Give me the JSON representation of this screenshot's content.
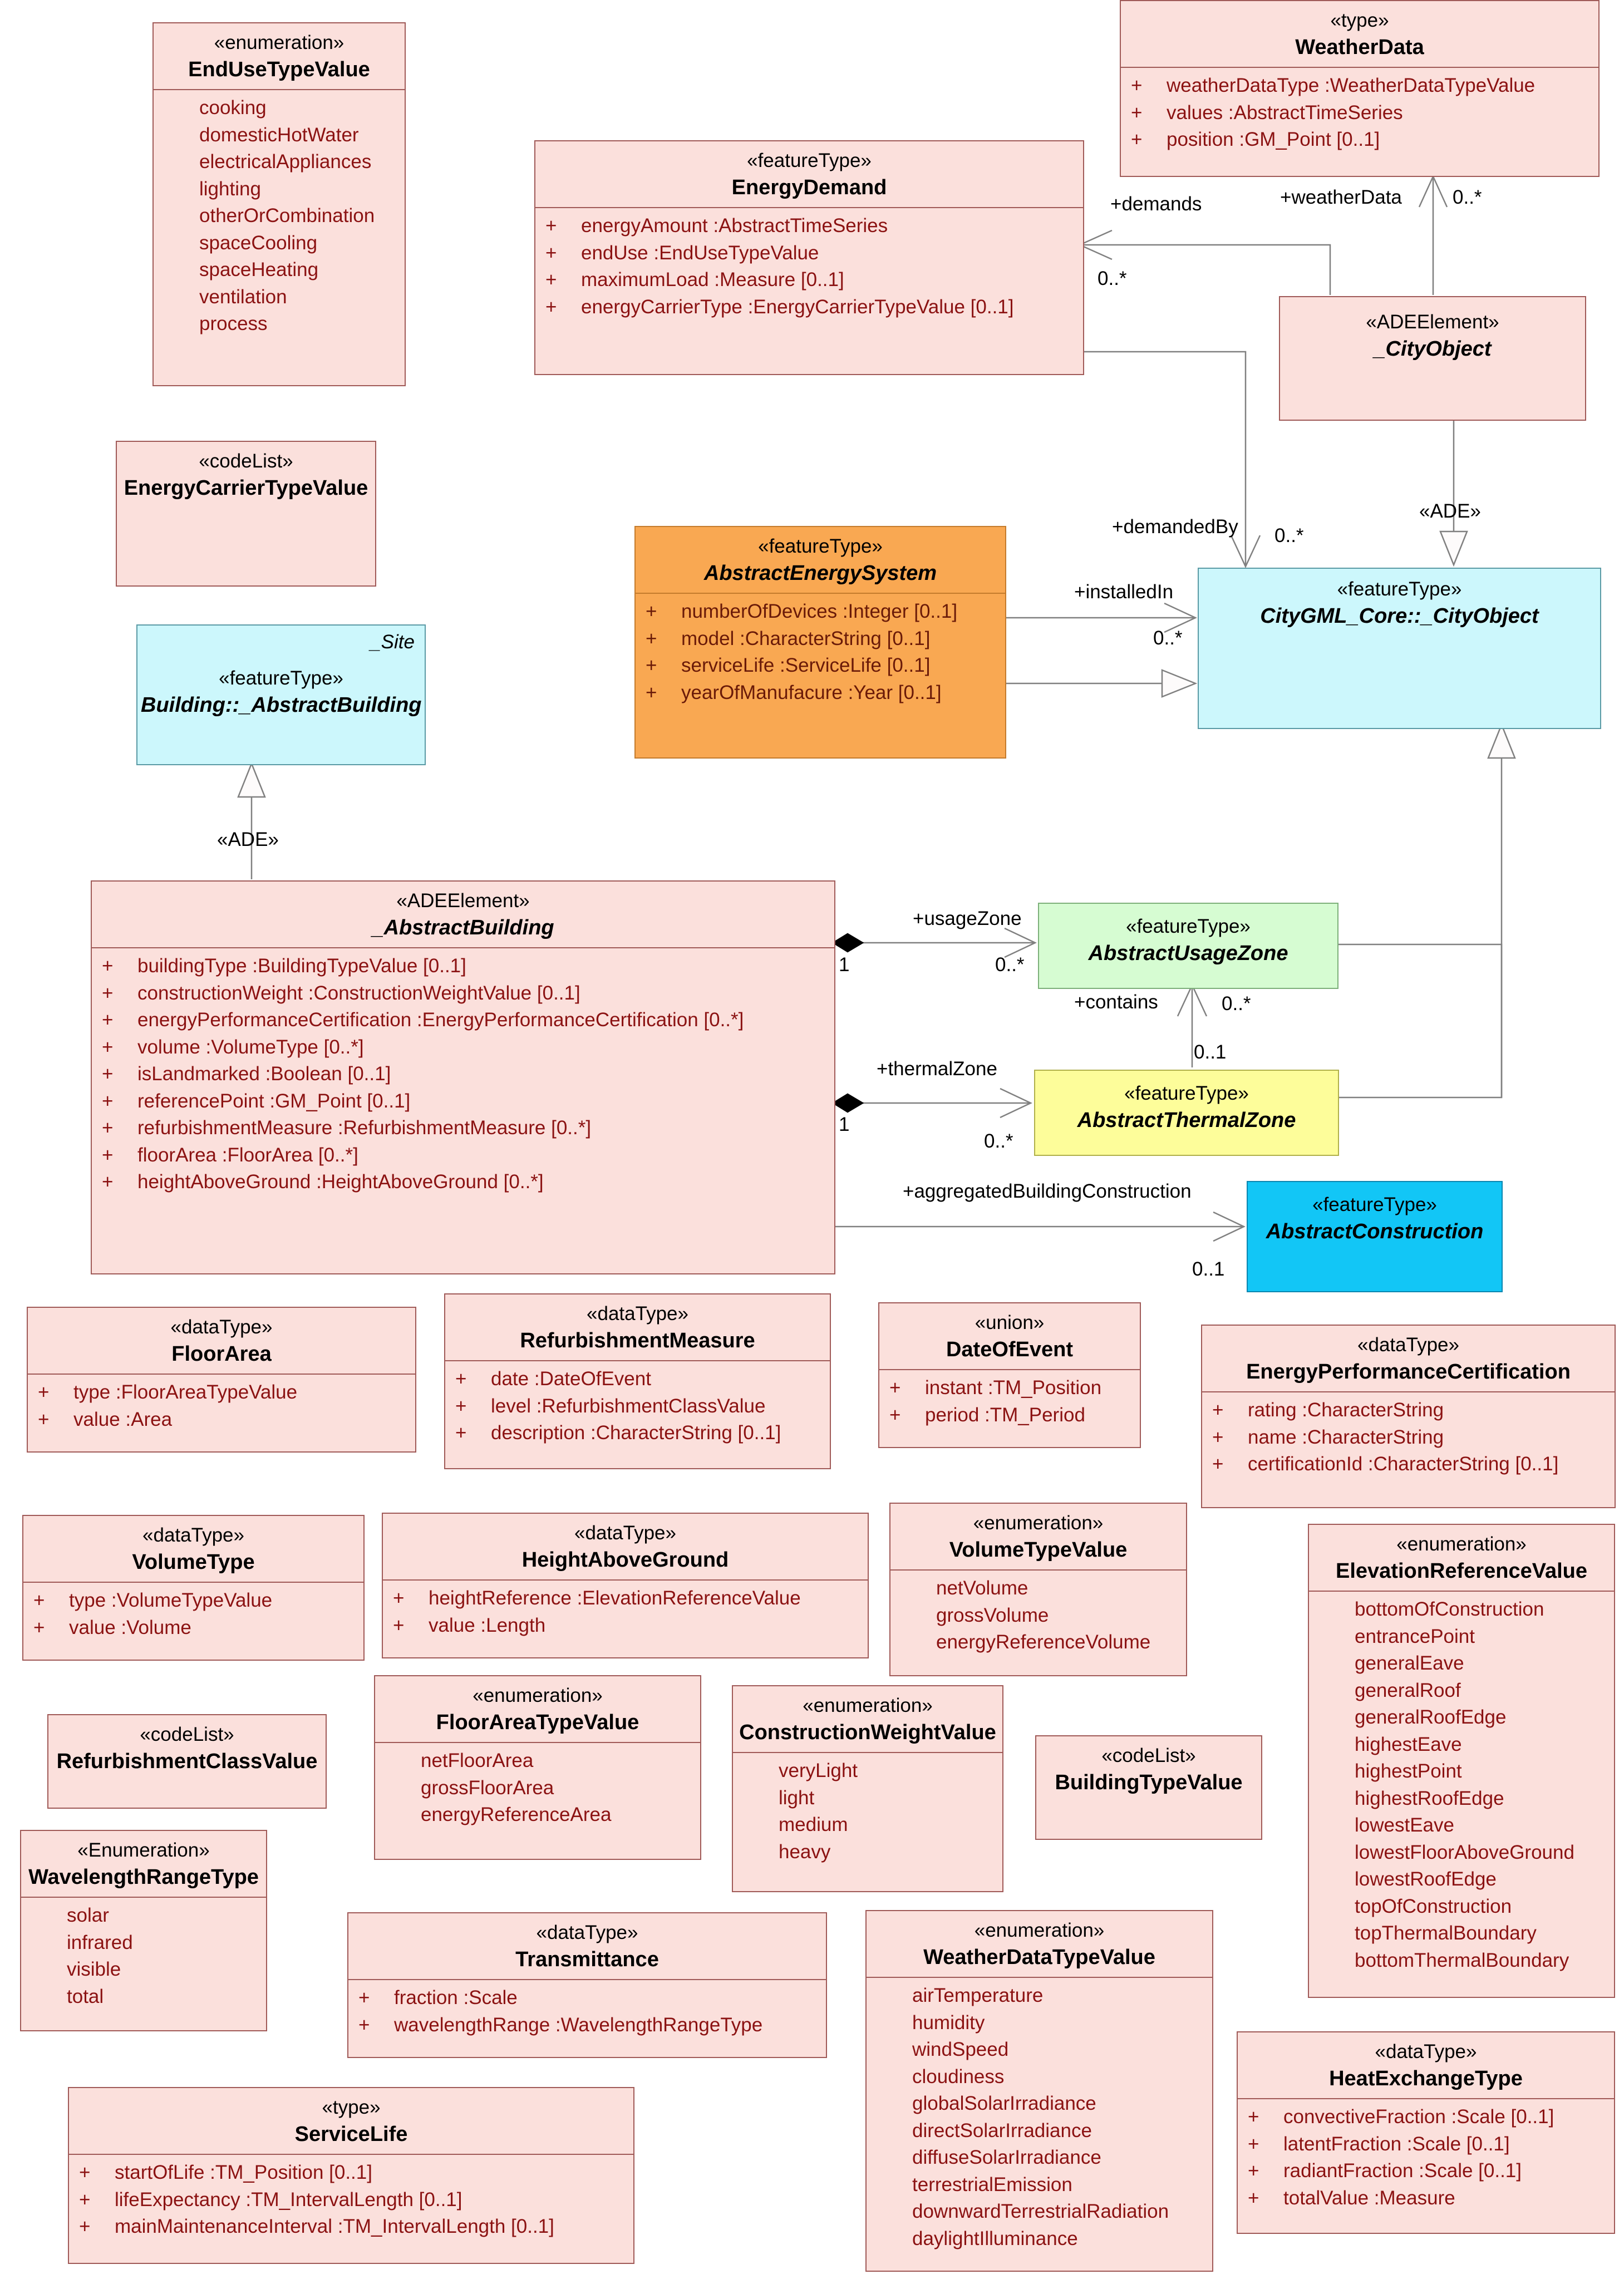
{
  "classes": {
    "end_use_type_value": {
      "stereotype": "«enumeration»",
      "name": "EndUseTypeValue",
      "literals": [
        "cooking",
        "domesticHotWater",
        "electricalAppliances",
        "lighting",
        "otherOrCombination",
        "spaceCooling",
        "spaceHeating",
        "ventilation",
        "process"
      ]
    },
    "weather_data": {
      "stereotype": "«type»",
      "name": "WeatherData",
      "attributes": [
        {
          "plus": "+",
          "text": "weatherDataType  :WeatherDataTypeValue"
        },
        {
          "plus": "+",
          "text": "values  :AbstractTimeSeries"
        },
        {
          "plus": "+",
          "text": "position  :GM_Point [0..1]"
        }
      ]
    },
    "energy_demand": {
      "stereotype": "«featureType»",
      "name": "EnergyDemand",
      "attributes": [
        {
          "plus": "+",
          "text": "energyAmount  :AbstractTimeSeries"
        },
        {
          "plus": "+",
          "text": "endUse  :EndUseTypeValue"
        },
        {
          "plus": "+",
          "text": "maximumLoad  :Measure [0..1]"
        },
        {
          "plus": "+",
          "text": "energyCarrierType  :EnergyCarrierTypeValue [0..1]"
        }
      ]
    },
    "ade_city_object": {
      "stereotype": "«ADEElement»",
      "name": "_CityObject"
    },
    "energy_carrier_type_value": {
      "stereotype": "«codeList»",
      "name": "EnergyCarrierTypeValue"
    },
    "abstract_energy_system": {
      "stereotype": "«featureType»",
      "name": "AbstractEnergySystem",
      "attributes": [
        {
          "plus": "+",
          "text": "numberOfDevices  :Integer [0..1]"
        },
        {
          "plus": "+",
          "text": "model  :CharacterString [0..1]"
        },
        {
          "plus": "+",
          "text": "serviceLife  :ServiceLife [0..1]"
        },
        {
          "plus": "+",
          "text": "yearOfManufacure  :Year [0..1]"
        }
      ]
    },
    "citygml_city_object": {
      "stereotype": "«featureType»",
      "name": "CityGML_Core::_CityObject"
    },
    "building_abstract_building": {
      "corner": "_Site",
      "stereotype": "«featureType»",
      "name": "Building::_AbstractBuilding"
    },
    "ade_abstract_building": {
      "stereotype": "«ADEElement»",
      "name": "_AbstractBuilding",
      "attributes": [
        {
          "plus": "+",
          "text": "buildingType  :BuildingTypeValue [0..1]"
        },
        {
          "plus": "+",
          "text": "constructionWeight  :ConstructionWeightValue [0..1]"
        },
        {
          "plus": "+",
          "text": "energyPerformanceCertification  :EnergyPerformanceCertification [0..*]"
        },
        {
          "plus": "+",
          "text": "volume  :VolumeType [0..*]"
        },
        {
          "plus": "+",
          "text": "isLandmarked  :Boolean [0..1]"
        },
        {
          "plus": "+",
          "text": "referencePoint  :GM_Point [0..1]"
        },
        {
          "plus": "+",
          "text": "refurbishmentMeasure  :RefurbishmentMeasure [0..*]"
        },
        {
          "plus": "+",
          "text": "floorArea  :FloorArea [0..*]"
        },
        {
          "plus": "+",
          "text": "heightAboveGround  :HeightAboveGround [0..*]"
        }
      ]
    },
    "abstract_usage_zone": {
      "stereotype": "«featureType»",
      "name": "AbstractUsageZone"
    },
    "abstract_thermal_zone": {
      "stereotype": "«featureType»",
      "name": "AbstractThermalZone"
    },
    "abstract_construction": {
      "stereotype": "«featureType»",
      "name": "AbstractConstruction"
    },
    "floor_area": {
      "stereotype": "«dataType»",
      "name": "FloorArea",
      "attributes": [
        {
          "plus": "+",
          "text": "type  :FloorAreaTypeValue"
        },
        {
          "plus": "+",
          "text": "value  :Area"
        }
      ]
    },
    "refurbishment_measure": {
      "stereotype": "«dataType»",
      "name": "RefurbishmentMeasure",
      "attributes": [
        {
          "plus": "+",
          "text": "date  :DateOfEvent"
        },
        {
          "plus": "+",
          "text": "level  :RefurbishmentClassValue"
        },
        {
          "plus": "+",
          "text": "description  :CharacterString [0..1]"
        }
      ]
    },
    "date_of_event": {
      "stereotype": "«union»",
      "name": "DateOfEvent",
      "attributes": [
        {
          "plus": "+",
          "text": "instant  :TM_Position"
        },
        {
          "plus": "+",
          "text": "period  :TM_Period"
        }
      ]
    },
    "energy_performance_certification": {
      "stereotype": "«dataType»",
      "name": "EnergyPerformanceCertification",
      "attributes": [
        {
          "plus": "+",
          "text": "rating  :CharacterString"
        },
        {
          "plus": "+",
          "text": "name  :CharacterString"
        },
        {
          "plus": "+",
          "text": "certificationId  :CharacterString [0..1]"
        }
      ]
    },
    "volume_type": {
      "stereotype": "«dataType»",
      "name": "VolumeType",
      "attributes": [
        {
          "plus": "+",
          "text": "type  :VolumeTypeValue"
        },
        {
          "plus": "+",
          "text": "value  :Volume"
        }
      ]
    },
    "height_above_ground": {
      "stereotype": "«dataType»",
      "name": "HeightAboveGround",
      "attributes": [
        {
          "plus": "+",
          "text": "heightReference  :ElevationReferenceValue"
        },
        {
          "plus": "+",
          "text": "value  :Length"
        }
      ]
    },
    "volume_type_value": {
      "stereotype": "«enumeration»",
      "name": "VolumeTypeValue",
      "literals": [
        "netVolume",
        "grossVolume",
        "energyReferenceVolume"
      ]
    },
    "elevation_reference_value": {
      "stereotype": "«enumeration»",
      "name": "ElevationReferenceValue",
      "literals": [
        "bottomOfConstruction",
        "entrancePoint",
        "generalEave",
        "generalRoof",
        "generalRoofEdge",
        "highestEave",
        "highestPoint",
        "highestRoofEdge",
        "lowestEave",
        "lowestFloorAboveGround",
        "lowestRoofEdge",
        "topOfConstruction",
        "topThermalBoundary",
        "bottomThermalBoundary"
      ]
    },
    "refurbishment_class_value": {
      "stereotype": "«codeList»",
      "name": "RefurbishmentClassValue"
    },
    "floor_area_type_value": {
      "stereotype": "«enumeration»",
      "name": "FloorAreaTypeValue",
      "literals": [
        "netFloorArea",
        "grossFloorArea",
        "energyReferenceArea"
      ]
    },
    "construction_weight_value": {
      "stereotype": "«enumeration»",
      "name": "ConstructionWeightValue",
      "literals": [
        "veryLight",
        "light",
        "medium",
        "heavy"
      ]
    },
    "building_type_value": {
      "stereotype": "«codeList»",
      "name": "BuildingTypeValue"
    },
    "wavelength_range_type": {
      "stereotype": "«Enumeration»",
      "name": "WavelengthRangeType",
      "literals": [
        "solar",
        "infrared",
        "visible",
        "total"
      ]
    },
    "transmittance": {
      "stereotype": "«dataType»",
      "name": "Transmittance",
      "attributes": [
        {
          "plus": "+",
          "text": "fraction  :Scale"
        },
        {
          "plus": "+",
          "text": "wavelengthRange  :WavelengthRangeType"
        }
      ]
    },
    "weather_data_type_value": {
      "stereotype": "«enumeration»",
      "name": "WeatherDataTypeValue",
      "literals": [
        "airTemperature",
        "humidity",
        "windSpeed",
        "cloudiness",
        "globalSolarIrradiance",
        "directSolarIrradiance",
        "diffuseSolarIrradiance",
        "terrestrialEmission",
        "downwardTerrestrialRadiation",
        "daylightIlluminance"
      ]
    },
    "heat_exchange_type": {
      "stereotype": "«dataType»",
      "name": "HeatExchangeType",
      "attributes": [
        {
          "plus": "+",
          "text": "convectiveFraction  :Scale [0..1]"
        },
        {
          "plus": "+",
          "text": "latentFraction  :Scale [0..1]"
        },
        {
          "plus": "+",
          "text": "radiantFraction  :Scale [0..1]"
        },
        {
          "plus": "+",
          "text": "totalValue  :Measure"
        }
      ]
    },
    "service_life": {
      "stereotype": "«type»",
      "name": "ServiceLife",
      "attributes": [
        {
          "plus": "+",
          "text": "startOfLife  :TM_Position [0..1]"
        },
        {
          "plus": "+",
          "text": "lifeExpectancy  :TM_IntervalLength [0..1]"
        },
        {
          "plus": "+",
          "text": "mainMaintenanceInterval  :TM_IntervalLength [0..1]"
        }
      ]
    }
  },
  "connector_labels": {
    "demands": "+demands",
    "demands_mult": "0..*",
    "weather_data": "+weatherData",
    "weather_data_mult": "0..*",
    "demanded_by": "+demandedBy",
    "demanded_by_mult": "0..*",
    "ade_city_object": "«ADE»",
    "installed_in": "+installedIn",
    "installed_in_mult": "0..*",
    "ade_building": "«ADE»",
    "usage_zone": "+usageZone",
    "usage_zone_one": "1",
    "usage_zone_mult": "0..*",
    "contains": "+contains",
    "contains_mult": "0..*",
    "contains_one": "0..1",
    "thermal_zone": "+thermalZone",
    "thermal_zone_one": "1",
    "thermal_zone_mult": "0..*",
    "aggregated": "+aggregatedBuildingConstruction",
    "aggregated_mult": "0..1"
  },
  "colors": {
    "class_fill": "#fbe0dc",
    "class_border": "#a05a58",
    "attribute_text": "#8b1212",
    "citygml_fill": "#ccf7fc",
    "energy_system_fill": "#f9a852",
    "usage_zone_fill": "#d6fcd2",
    "thermal_zone_fill": "#fdfd9a",
    "construction_fill": "#12c6f6",
    "connector": "#808080"
  }
}
